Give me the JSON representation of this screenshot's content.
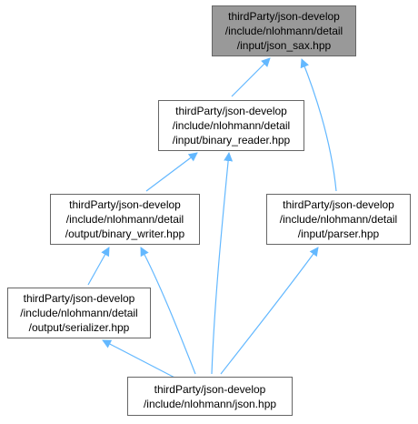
{
  "colors": {
    "edge": "#63b8ff",
    "node_border": "#666666",
    "focus_fill": "#999999",
    "node_fill": "#ffffff"
  },
  "nodes": {
    "json_sax": "thirdParty/json-develop\n/include/nlohmann/detail\n/input/json_sax.hpp",
    "binary_reader": "thirdParty/json-develop\n/include/nlohmann/detail\n/input/binary_reader.hpp",
    "binary_writer": "thirdParty/json-develop\n/include/nlohmann/detail\n/output/binary_writer.hpp",
    "parser": "thirdParty/json-develop\n/include/nlohmann/detail\n/input/parser.hpp",
    "serializer": "thirdParty/json-develop\n/include/nlohmann/detail\n/output/serializer.hpp",
    "json": "thirdParty/json-develop\n/include/nlohmann/json.hpp"
  },
  "edges": [
    {
      "from": "binary_reader",
      "to": "json_sax"
    },
    {
      "from": "parser",
      "to": "json_sax"
    },
    {
      "from": "binary_writer",
      "to": "binary_reader"
    },
    {
      "from": "json",
      "to": "binary_reader"
    },
    {
      "from": "serializer",
      "to": "binary_writer"
    },
    {
      "from": "json",
      "to": "binary_writer"
    },
    {
      "from": "json",
      "to": "parser"
    },
    {
      "from": "json",
      "to": "serializer"
    }
  ]
}
